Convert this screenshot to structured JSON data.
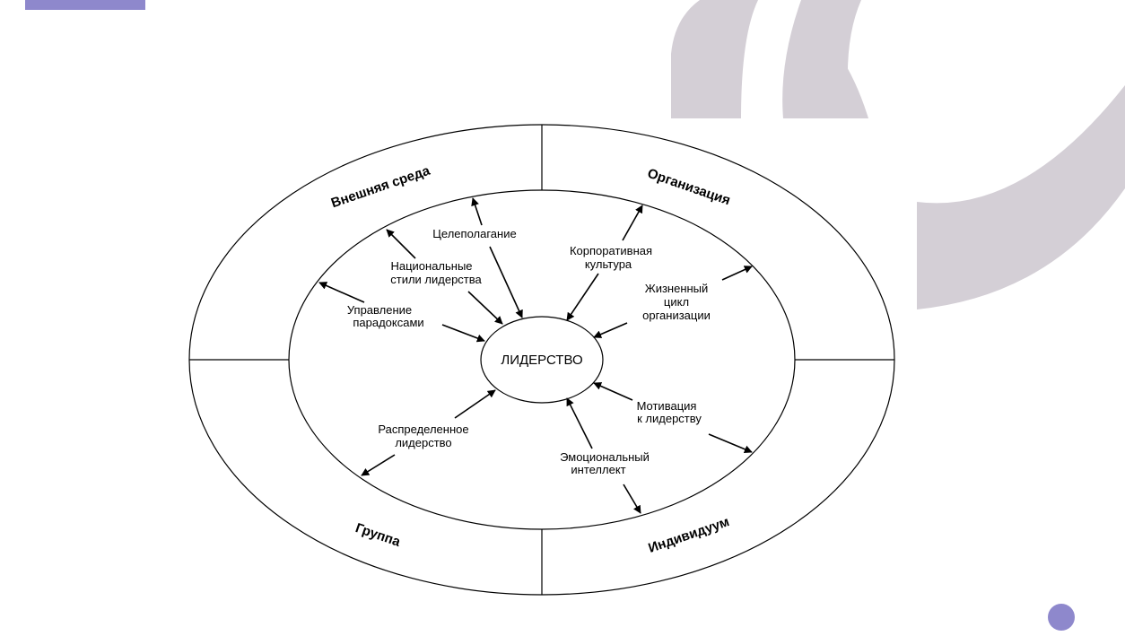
{
  "colors": {
    "accent": "#8e88cc",
    "decor": "#d4cfd6",
    "line": "#000000"
  },
  "diagram": {
    "center": "ЛИДЕРСТВО",
    "sectors": {
      "external": "Внешняя среда",
      "organization": "Организация",
      "group": "Группа",
      "individual": "Индивидуум"
    },
    "factors": {
      "goal_setting": [
        "Целеполагание"
      ],
      "national_styles": [
        "Национальные",
        "стили лидерства"
      ],
      "paradox_management": [
        "Управление",
        "парадоксами"
      ],
      "corporate_culture": [
        "Корпоративная",
        "культура"
      ],
      "life_cycle": [
        "Жизненный",
        "цикл",
        "организации"
      ],
      "motivation": [
        "Мотивация",
        "к лидерству"
      ],
      "emotional_intelligence": [
        "Эмоциональный",
        "интеллект"
      ],
      "distributed_leadership": [
        "Распределенное",
        "лидерство"
      ]
    }
  }
}
